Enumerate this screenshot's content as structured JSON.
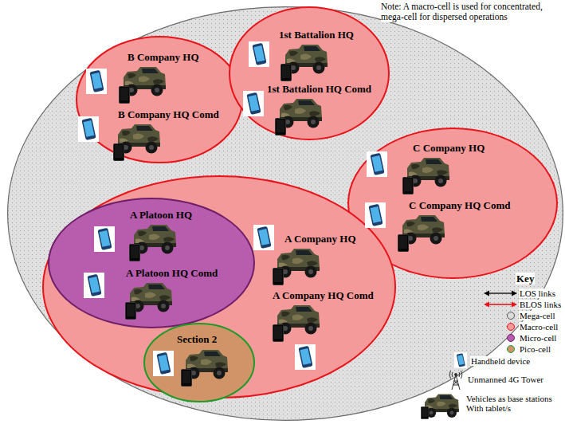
{
  "diagram": {
    "nodes": [
      {
        "text": []
      },
      {
        "text": [
          "B Company HQ",
          "B Company HQ Comd"
        ],
        "in": 0
      },
      {
        "text": [
          "1st Battalion HQ",
          "1st Battalion HQ Comd"
        ],
        "in": 0
      },
      {
        "text": [
          "C Company HQ",
          "C Company HQ Comd"
        ],
        "in": 0
      },
      {
        "text": [
          "A Company HQ",
          "A Company HQ Comd"
        ],
        "in": 0
      },
      {
        "text": [
          "A Platoon HQ",
          "A Platoon HQ Comd"
        ],
        "in": 4
      },
      {
        "text": [
          "Section 2"
        ],
        "in": 4
      }
    ],
    "labels": [
      "Note: A macro-cell is used for concentrated, mega-cell for dispersed operations",
      "Key"
    ],
    "legend": [
      {
        "text": "LOS links"
      },
      {
        "text": "BLOS links"
      },
      {
        "text": "Mega-cell",
        "color": "#dcdcdc"
      },
      {
        "text": "Macro-cell",
        "color": "#f59a9a"
      },
      {
        "text": "Micro-cell",
        "color": "#b85cae"
      },
      {
        "text": "Pico-cell",
        "color": "#d19468"
      },
      {
        "text": "Handheld device"
      },
      {
        "text": "Unmanned 4G Tower"
      },
      {
        "text": "Vehicles as base stations With tablet/s"
      }
    ]
  }
}
